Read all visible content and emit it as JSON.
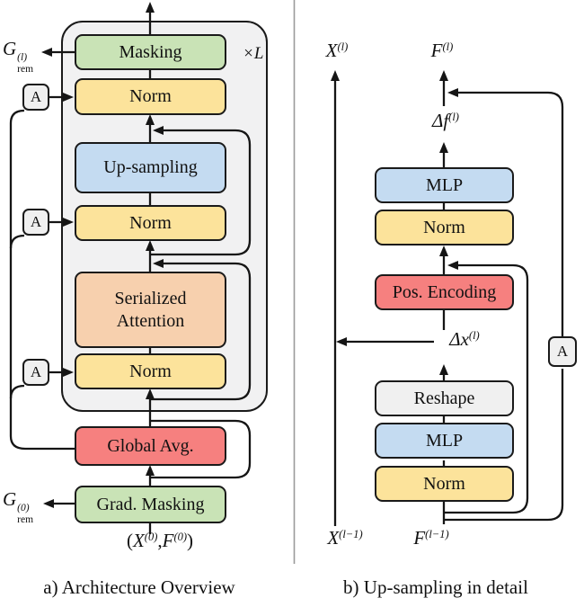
{
  "panel_a": {
    "caption": "a) Architecture Overview",
    "repeat_label": "×L",
    "adapter_label": "A",
    "blocks": {
      "masking": "Masking",
      "norm_top": "Norm",
      "upsampling": "Up-sampling",
      "norm_mid": "Norm",
      "serialized_attention_line1": "Serialized",
      "serialized_attention_line2": "Attention",
      "norm_bottom": "Norm",
      "global_avg": "Global Avg.",
      "grad_masking": "Grad. Masking"
    },
    "g_rem_l": {
      "base": "G",
      "sup": "(l)",
      "sub": "rem"
    },
    "g_rem_0": {
      "base": "G",
      "sup": "(0)",
      "sub": "rem"
    },
    "input_label": {
      "open": "(",
      "x": "X",
      "x_sup": "(0)",
      "comma": ",",
      "f": "F",
      "f_sup": "(0)",
      "close": ")"
    }
  },
  "panel_b": {
    "caption": "b) Up-sampling in detail",
    "adapter_label": "A",
    "blocks": {
      "mlp_top": "MLP",
      "norm_top": "Norm",
      "pos_encoding": "Pos. Encoding",
      "reshape": "Reshape",
      "mlp_bottom": "MLP",
      "norm_bottom": "Norm"
    },
    "labels": {
      "x_out": {
        "base": "X",
        "sup": "(l)"
      },
      "f_out": {
        "base": "F",
        "sup": "(l)"
      },
      "delta_f": {
        "base": "Δf",
        "sup": "(l)"
      },
      "delta_x": {
        "base": "Δx",
        "sup": "(l)"
      },
      "x_in": {
        "base": "X",
        "sup": "(l−1)"
      },
      "f_in": {
        "base": "F",
        "sup": "(l−1)"
      }
    }
  },
  "colors": {
    "green": "#c9e3b6",
    "yellow": "#fce39b",
    "blue": "#c4dbf1",
    "orange": "#f7d0ae",
    "red": "#f6807f",
    "panel": "#f1f1f2",
    "blockgray": "#f0f0f0",
    "line": "#151515",
    "border": "#1a1a1a",
    "divider": "#9a9a9a",
    "bg": "#ffffff"
  }
}
